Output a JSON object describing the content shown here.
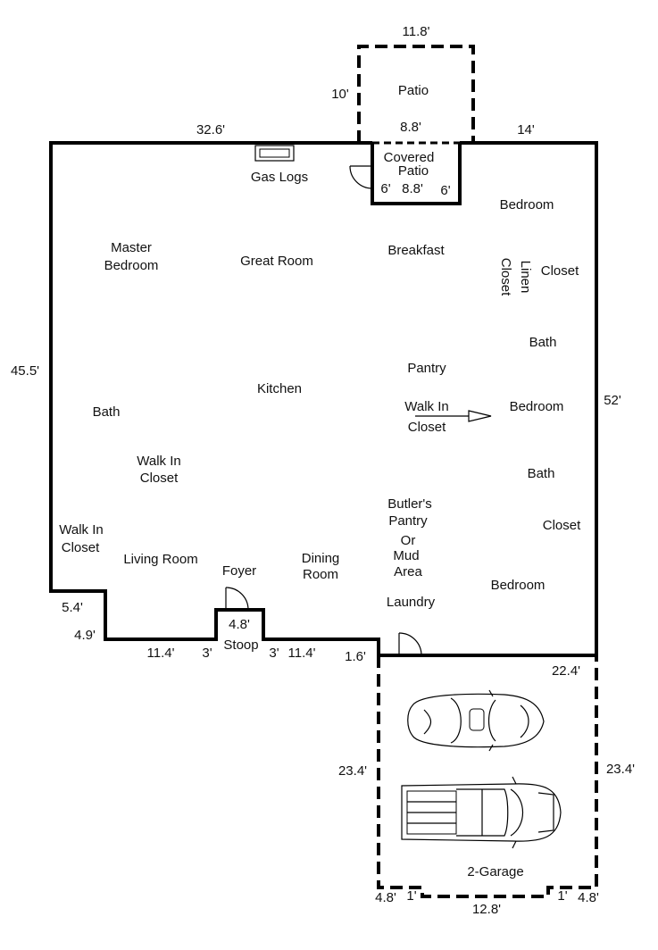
{
  "rooms": {
    "patio": "Patio",
    "covered_patio_l1": "Covered",
    "covered_patio_l2": "Patio",
    "gas_logs": "Gas Logs",
    "bedroom_1": "Bedroom",
    "master_bedroom_l1": "Master",
    "master_bedroom_l2": "Bedroom",
    "great_room": "Great Room",
    "breakfast": "Breakfast",
    "linen_closet_l1": "Linen",
    "linen_closet_l2": "Closet",
    "closet_1": "Closet",
    "bath_1": "Bath",
    "pantry": "Pantry",
    "kitchen": "Kitchen",
    "bath_master": "Bath",
    "walk_in_closet_center_l1": "Walk In",
    "walk_in_closet_center_l2": "Closet",
    "bedroom_2": "Bedroom",
    "walk_in_closet_master_l1": "Walk In",
    "walk_in_closet_master_l2": "Closet",
    "bath_2": "Bath",
    "butlers_pantry_l1": "Butler's",
    "butlers_pantry_l2": "Pantry",
    "butlers_pantry_l3": "Or",
    "butlers_pantry_l4": "Mud",
    "butlers_pantry_l5": "Area",
    "closet_2": "Closet",
    "walk_in_closet_left_l1": "Walk In",
    "walk_in_closet_left_l2": "Closet",
    "living_room": "Living Room",
    "foyer": "Foyer",
    "dining_room_l1": "Dining",
    "dining_room_l2": "Room",
    "bedroom_3": "Bedroom",
    "laundry": "Laundry",
    "stoop": "Stoop",
    "garage": "2-Garage"
  },
  "dimensions": {
    "patio_top": "11.8'",
    "patio_side": "10'",
    "patio_bottom": "8.8'",
    "covered_left": "6'",
    "covered_bottom": "8.8'",
    "covered_right": "6'",
    "top_left": "32.6'",
    "top_right": "14'",
    "left": "45.5'",
    "right": "52'",
    "step_left_horizontal": "5.4'",
    "step_left_vertical": "4.9'",
    "front_left": "11.4'",
    "stoop_left": "3'",
    "stoop_width": "4.8'",
    "stoop_right": "3'",
    "front_right": "11.4'",
    "garage_jog": "1.6'",
    "garage_top": "22.4'",
    "garage_left": "23.4'",
    "garage_right": "23.4'",
    "garage_bottom_left_outer": "4.8'",
    "garage_bottom_left_jog": "1'",
    "garage_bottom": "12.8'",
    "garage_bottom_right_jog": "1'",
    "garage_bottom_right_outer": "4.8'"
  }
}
